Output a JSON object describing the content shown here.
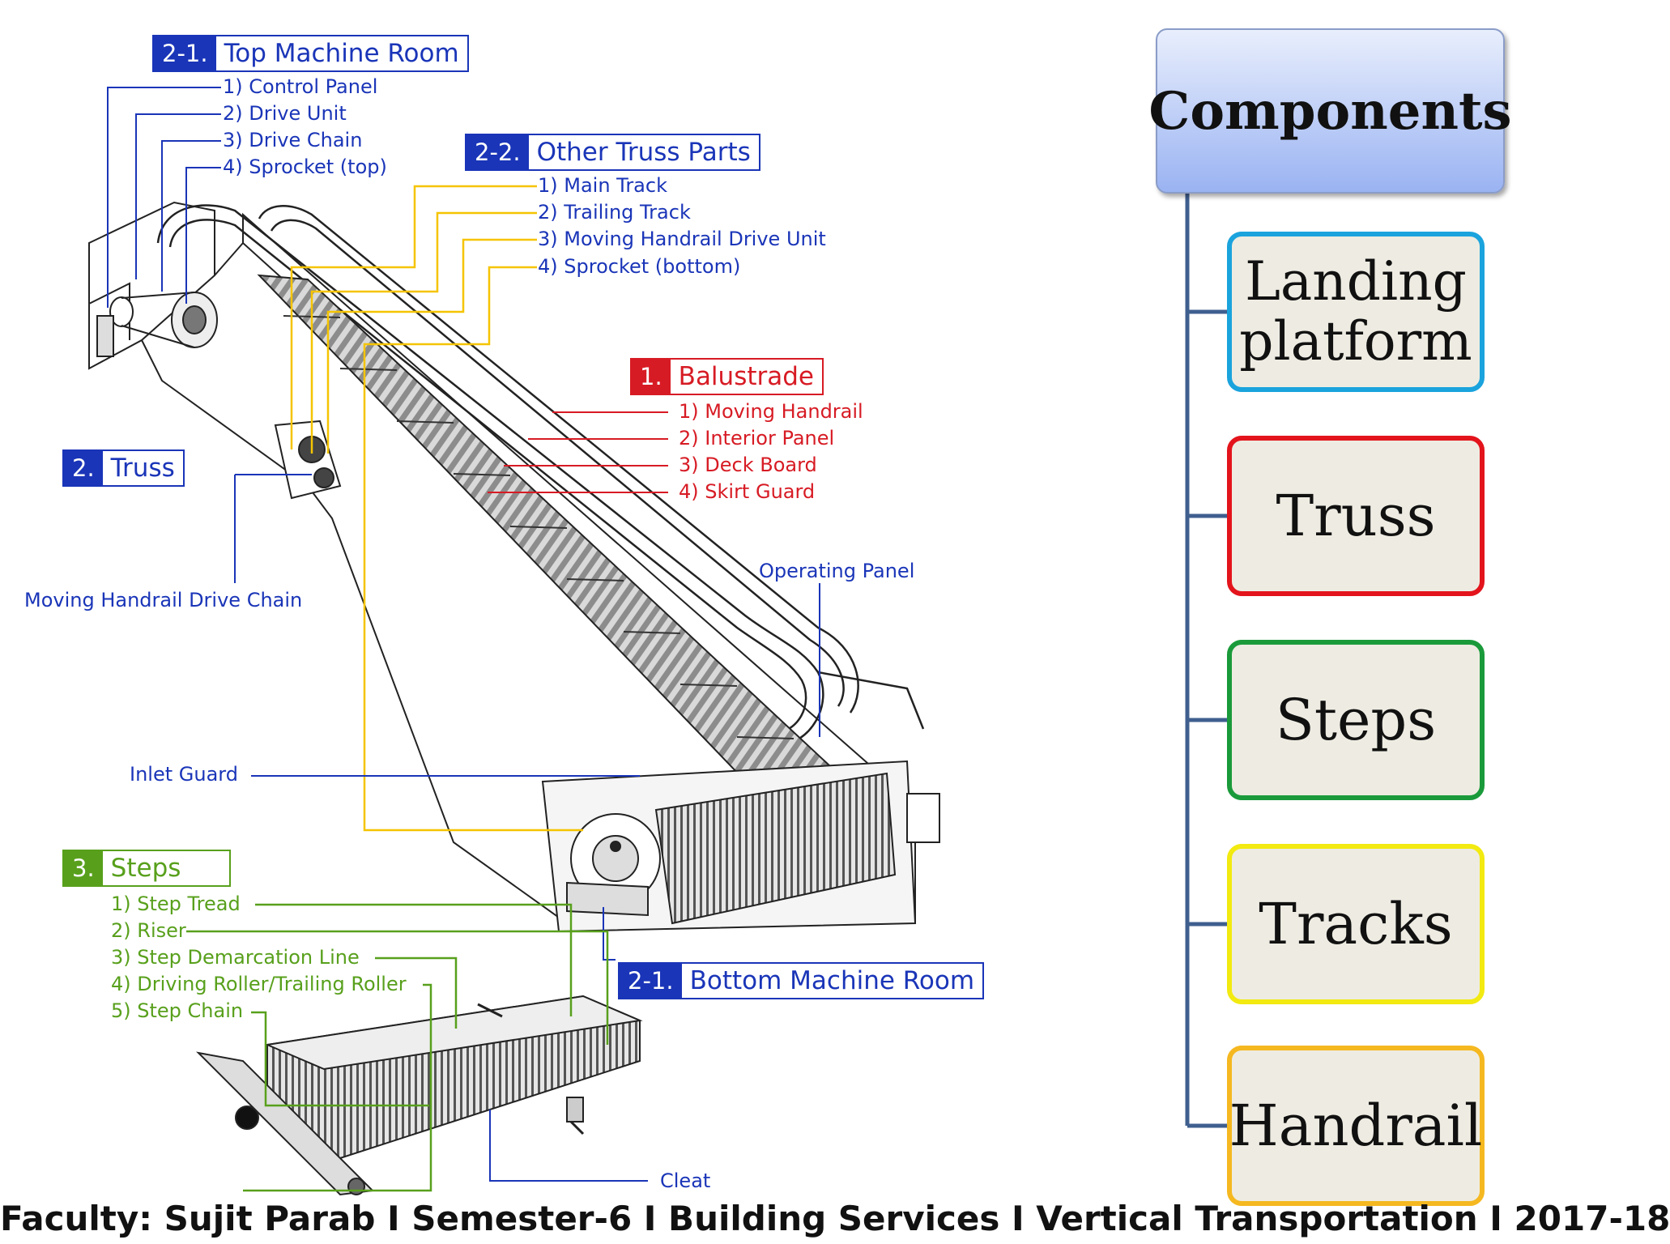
{
  "diagram": {
    "top_machine_room": {
      "num": "2-1.",
      "title": "Top Machine Room",
      "items": [
        "1) Control Panel",
        "2) Drive Unit",
        "3) Drive Chain",
        "4) Sprocket (top)"
      ]
    },
    "other_truss_parts": {
      "num": "2-2.",
      "title": "Other Truss Parts",
      "items": [
        "1) Main Track",
        "2) Trailing Track",
        "3) Moving Handrail Drive Unit",
        "4) Sprocket (bottom)"
      ]
    },
    "balustrade": {
      "num": "1.",
      "title": "Balustrade",
      "items": [
        "1) Moving Handrail",
        "2) Interior Panel",
        "3) Deck Board",
        "4) Skirt Guard"
      ]
    },
    "truss": {
      "num": "2.",
      "title": "Truss"
    },
    "moving_handrail_drive_chain": "Moving Handrail Drive Chain",
    "operating_panel": "Operating Panel",
    "inlet_guard": "Inlet Guard",
    "steps": {
      "num": "3.",
      "title": "Steps",
      "items": [
        "1) Step Tread",
        "2) Riser",
        "3) Step Demarcation Line",
        "4) Driving Roller/Trailing Roller",
        "5) Step Chain"
      ]
    },
    "bottom_machine_room": {
      "num": "2-1.",
      "title": "Bottom Machine Room"
    },
    "cleat": "Cleat"
  },
  "components_tree": {
    "root": "Components",
    "children": [
      {
        "label": "Landing platform",
        "color": "#1aa3dd"
      },
      {
        "label": "Truss",
        "color": "#e3141c"
      },
      {
        "label": "Steps",
        "color": "#1a9a3a"
      },
      {
        "label": "Tracks",
        "color": "#f2ea10"
      },
      {
        "label": "Handrail",
        "color": "#f5b820"
      }
    ]
  },
  "colors": {
    "blue": "#1a35b8",
    "red": "#d71b24",
    "green": "#58a01c",
    "yellow": "#f5c400"
  },
  "footer": "Faculty: Sujit Parab I   Semester-6  I  Building Services  I  Vertical Transportation  I  2017-18"
}
